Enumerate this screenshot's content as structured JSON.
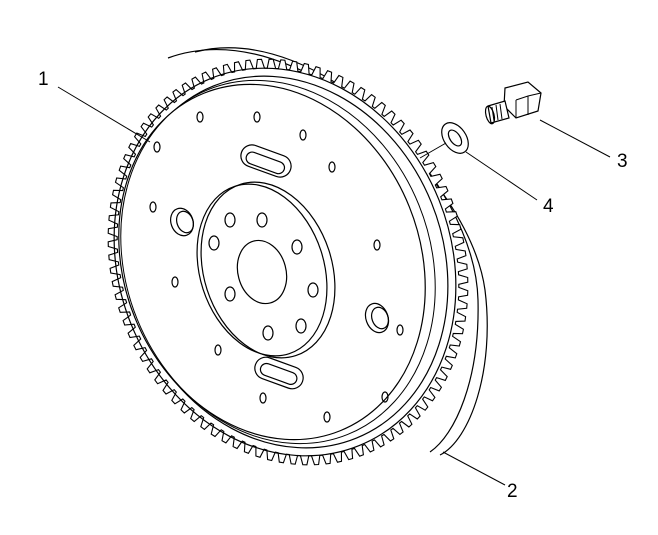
{
  "diagram": {
    "callouts": [
      {
        "number": "1",
        "part": "flywheel-disc"
      },
      {
        "number": "2",
        "part": "ring-gear"
      },
      {
        "number": "3",
        "part": "bolt"
      },
      {
        "number": "4",
        "part": "washer"
      }
    ]
  },
  "style": {
    "line_color": "#000000",
    "background": "#ffffff"
  }
}
